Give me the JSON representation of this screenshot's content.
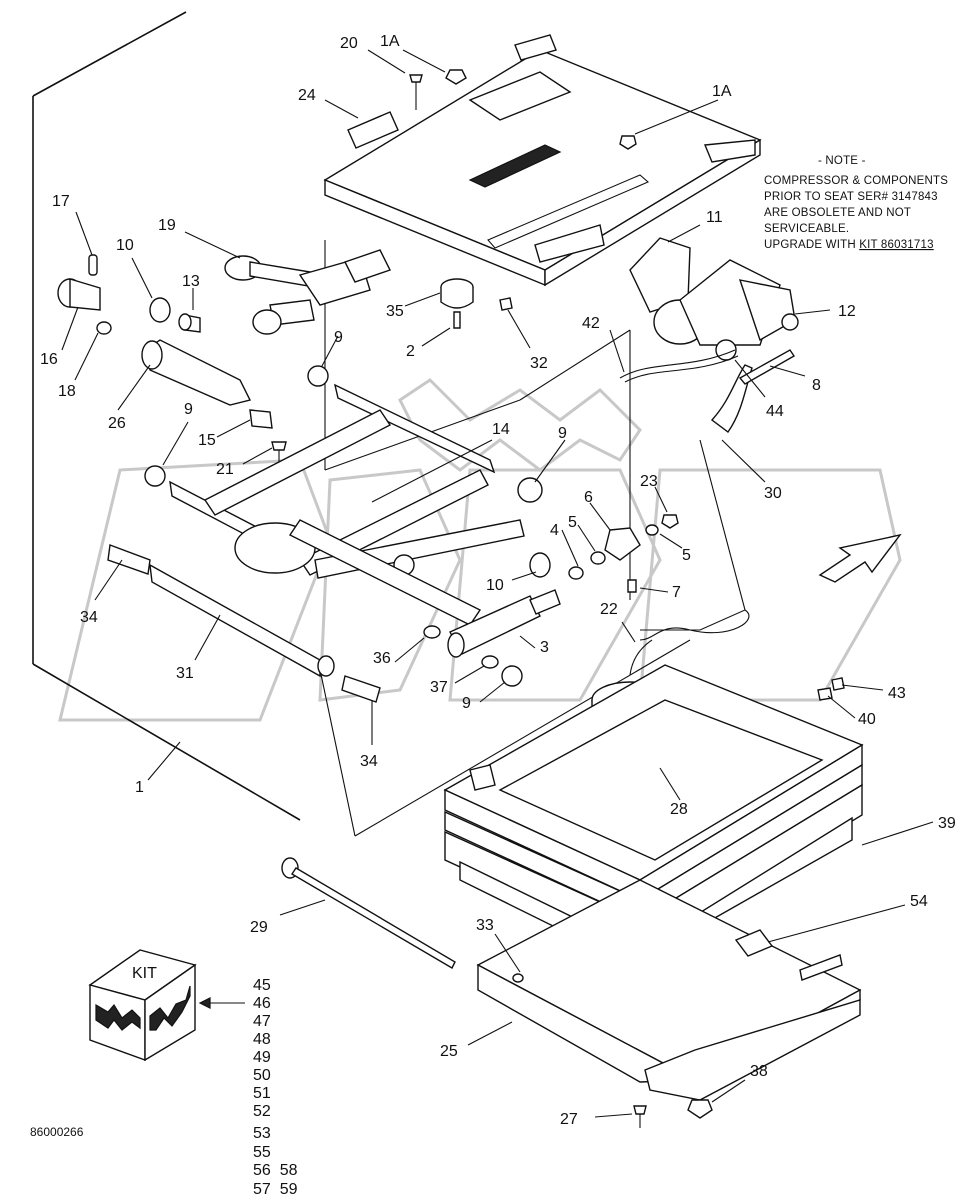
{
  "drawing_number": "86000266",
  "note": {
    "heading": "- NOTE -",
    "lines": [
      "COMPRESSOR & COMPONENTS",
      "PRIOR TO SEAT SER# 3147843",
      "ARE OBSOLETE AND NOT",
      "SERVICEABLE."
    ],
    "upgrade_prefix": "UPGRADE WITH ",
    "upgrade_kit": "KIT 86031713"
  },
  "kit": {
    "label": "KIT",
    "part_numbers": [
      "45",
      "46",
      "47",
      "48",
      "49",
      "50",
      "51",
      "52",
      "53",
      "55",
      "56  58",
      "57  59"
    ]
  },
  "callouts": {
    "c1": "1",
    "c1a_top": "1A",
    "c1a_right": "1A",
    "c2": "2",
    "c3": "3",
    "c4": "4",
    "c5_left": "5",
    "c5_right": "5",
    "c6": "6",
    "c7": "7",
    "c8": "8",
    "c9_a": "9",
    "c9_b": "9",
    "c9_c": "9",
    "c9_d": "9",
    "c10_a": "10",
    "c10_b": "10",
    "c11": "11",
    "c12": "12",
    "c13": "13",
    "c14": "14",
    "c15": "15",
    "c16": "16",
    "c17": "17",
    "c18": "18",
    "c19": "19",
    "c20": "20",
    "c21": "21",
    "c22": "22",
    "c23": "23",
    "c24": "24",
    "c25": "25",
    "c26": "26",
    "c27": "27",
    "c28": "28",
    "c29": "29",
    "c30": "30",
    "c31": "31",
    "c32": "32",
    "c33": "33",
    "c34_a": "34",
    "c34_b": "34",
    "c35": "35",
    "c36": "36",
    "c37": "37",
    "c38": "38",
    "c39": "39",
    "c40": "40",
    "c42": "42",
    "c43": "43",
    "c44": "44",
    "c54": "54"
  },
  "colors": {
    "line": "#111111",
    "watermark": "#c8c8c8",
    "background": "#ffffff"
  }
}
